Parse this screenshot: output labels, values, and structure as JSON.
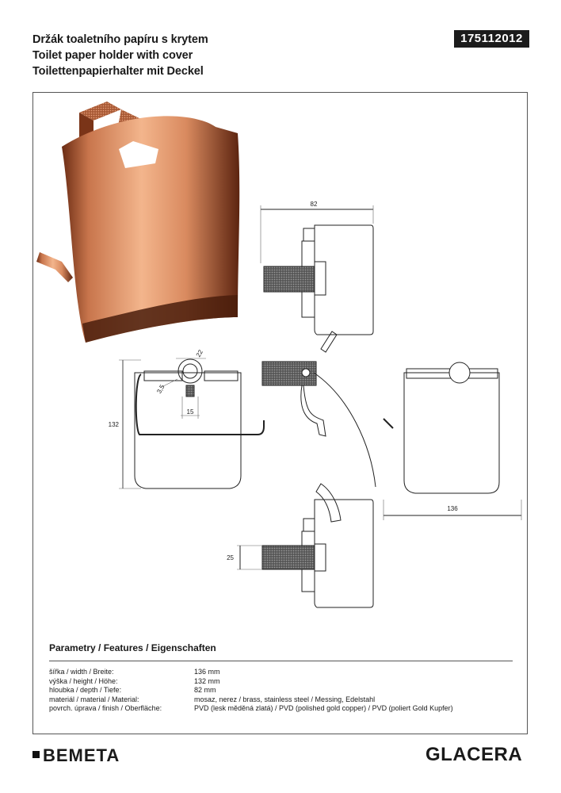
{
  "header": {
    "title_cz": "Držák toaletního papíru s krytem",
    "title_en": "Toilet paper holder with cover",
    "title_de": "Toilettenpapierhalter mit Deckel",
    "product_code": "175112012"
  },
  "drawing": {
    "dims": {
      "depth": "82",
      "height": "132",
      "width": "136",
      "rod_offset": "25",
      "bolt_a": "3,5",
      "diameter": "22",
      "hole_spacing": "15"
    }
  },
  "params": {
    "title": "Parametry / Features / Eigenschaften",
    "rows": [
      {
        "label": "šířka / width / Breite:",
        "value": "136 mm"
      },
      {
        "label": "výška / height / Höhe:",
        "value": "132 mm"
      },
      {
        "label": "hloubka / depth / Tiefe:",
        "value": "82 mm"
      },
      {
        "label": "materiál / material / Material:",
        "value": "mosaz, nerez / brass, stainless steel / Messing, Edelstahl"
      },
      {
        "label": "povrch. úprava / finish / Oberfläche:",
        "value": "PVD (lesk měděná zlatá) / PVD (polished gold copper) / PVD (poliert Gold Kupfer)"
      }
    ]
  },
  "footer": {
    "brand": "BEMETA",
    "series": "GLACERA"
  }
}
